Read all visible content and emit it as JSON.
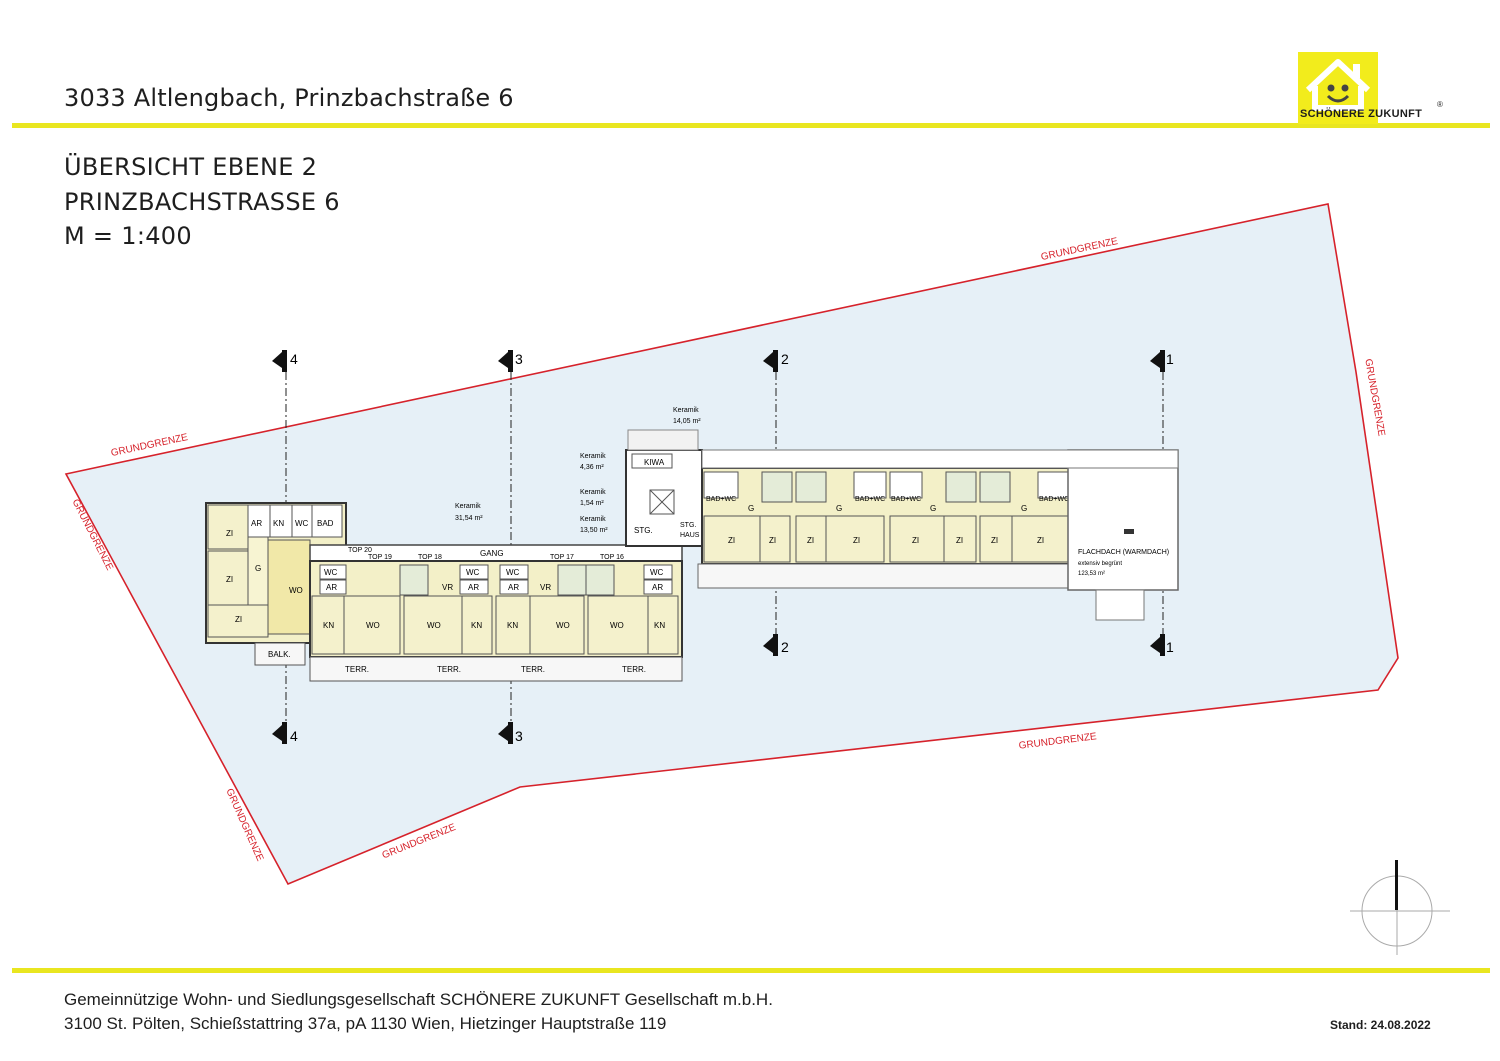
{
  "header": {
    "address": "3033 Altlengbach, Prinzbachstraße 6",
    "brand": "SCHÖNERE ZUKUNFT",
    "registered_mark": "®"
  },
  "headings": {
    "line1": "ÜBERSICHT EBENE 2",
    "line2": "PRINZBACHSTRASSE 6",
    "scale": "M = 1:400"
  },
  "plan": {
    "boundary_label": "GRUNDGRENZE",
    "section_markers": [
      "1",
      "2",
      "3",
      "4"
    ],
    "corridor": "GANG",
    "tops": [
      "TOP 20",
      "TOP 19",
      "TOP 18",
      "TOP 17",
      "TOP 16"
    ],
    "rooms": {
      "zi": "ZI",
      "wo": "WO",
      "kn": "KN",
      "ar": "AR",
      "wc": "WC",
      "bad": "BAD",
      "vr": "VR",
      "g": "G",
      "bad_wc": "BAD+WC",
      "balk": "BALK.",
      "terr": "TERR.",
      "kiwa": "KIWA",
      "stg": "STG.",
      "stg_haus": "STG.\nHAUS"
    },
    "keramik": [
      {
        "label": "Keramik",
        "area": "14,05 m²"
      },
      {
        "label": "Keramik",
        "area": "4,36 m²"
      },
      {
        "label": "Keramik",
        "area": "1,54 m²"
      },
      {
        "label": "Keramik",
        "area": "13,50 m²"
      },
      {
        "label": "Keramik",
        "area": "31,54 m²"
      }
    ],
    "flachdach": {
      "title": "FLACHDACH (WARMDACH)",
      "note": "extensiv begrünt",
      "area": "123,53 m²"
    }
  },
  "footer": {
    "line1": "Gemeinnützige Wohn- und Siedlungsgesellschaft SCHÖNERE ZUKUNFT Gesellschaft m.b.H.",
    "line2": "3100 St. Pölten, Schießstattring 37a, pA 1130 Wien, Hietzinger Hauptstraße 119",
    "date": "Stand: 24.08.2022"
  },
  "colors": {
    "accent_yellow": "#e9e620",
    "boundary_red": "#d6222b",
    "site_fill": "#e6f0f7"
  }
}
